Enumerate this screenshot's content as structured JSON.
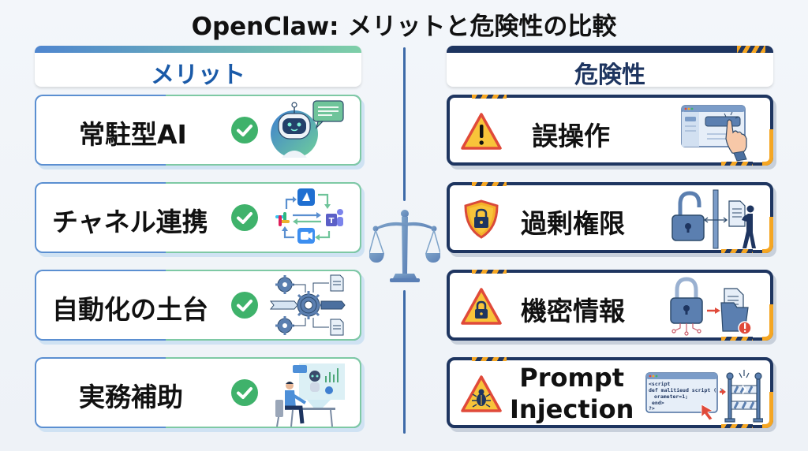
{
  "title": "OpenClaw: メリットと危険性の比較",
  "merits": {
    "heading": "メリット",
    "items": [
      {
        "label": "常駐型AI",
        "icon": "robot-chat-icon"
      },
      {
        "label": "チャネル連携",
        "icon": "channel-integration-icon"
      },
      {
        "label": "自動化の土台",
        "icon": "automation-gears-icon"
      },
      {
        "label": "実務補助",
        "icon": "work-assistant-icon"
      }
    ],
    "check_icon": "check-circle-icon"
  },
  "risks": {
    "heading": "危険性",
    "items": [
      {
        "label": "誤操作",
        "icon": "warning-triangle-icon",
        "illustration": "misclick-browser-icon"
      },
      {
        "label": "過剰権限",
        "icon": "shield-lock-icon",
        "illustration": "unlocked-access-icon"
      },
      {
        "label": "機密情報",
        "icon": "warning-lock-icon",
        "illustration": "data-leak-icon"
      },
      {
        "label_line1": "Prompt",
        "label_line2": "Injection",
        "icon": "warning-bug-icon",
        "illustration": "malicious-script-icon"
      }
    ],
    "script_window": {
      "lines": [
        "<script",
        "def malitieud script ( )",
        "orameter=1;",
        "end>",
        "?>"
      ]
    }
  },
  "center_icon": "balance-scale-icon",
  "colors": {
    "merit_primary": "#1a5aa8",
    "merit_green": "#3fb26b",
    "risk_navy": "#1e3560",
    "risk_stripe": "#f5a623",
    "warning_red": "#e04a3a"
  }
}
